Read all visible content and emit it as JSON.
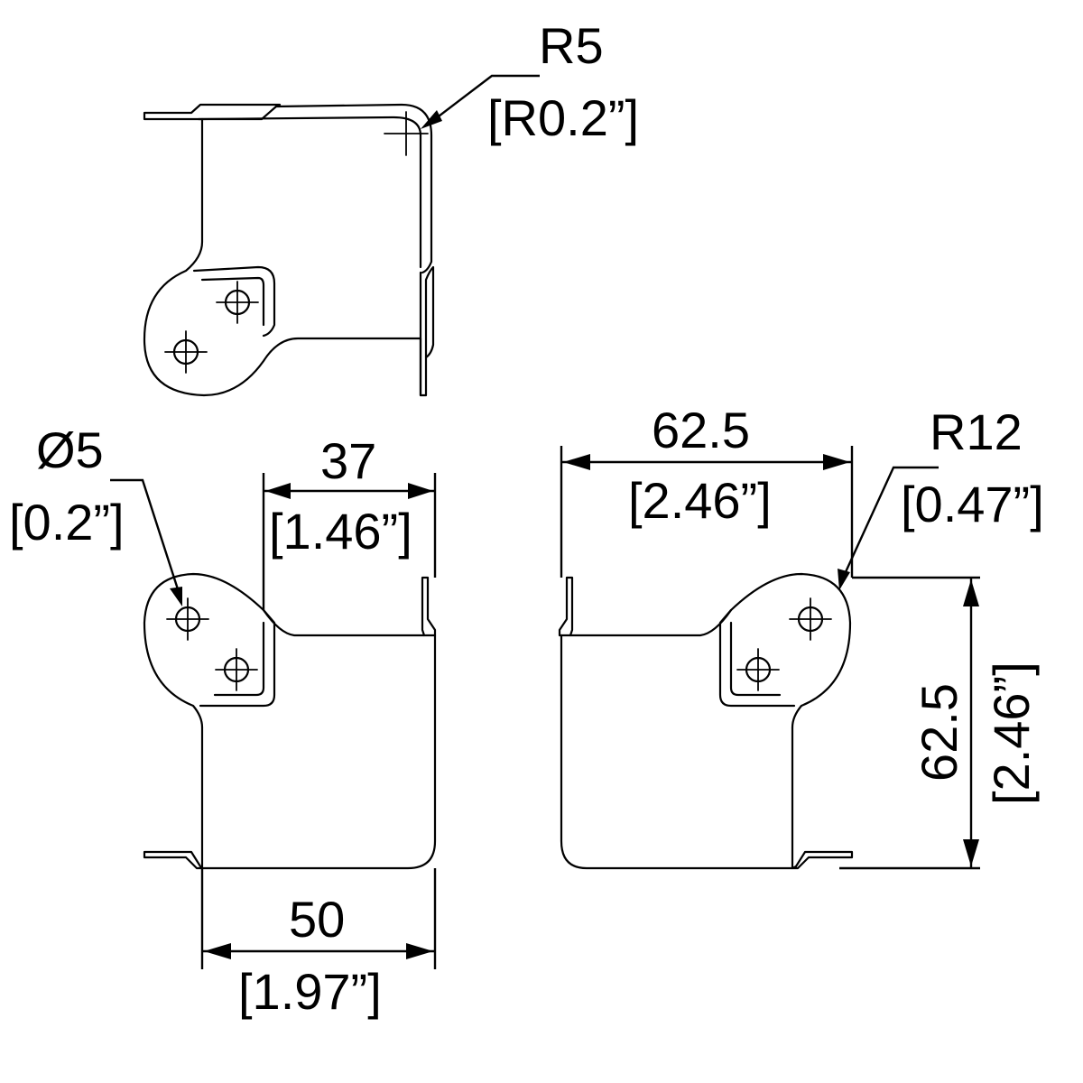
{
  "labels": {
    "radius_small": "R5",
    "radius_small_in": "[R0.2”]",
    "hole_dia": "Ø5",
    "hole_dia_in": "[0.2”]",
    "dim_37": "37",
    "dim_37_in": "[1.46”]",
    "dim_50": "50",
    "dim_50_in": "[1.97”]",
    "dim_62_h": "62.5",
    "dim_62_h_in": "[2.46”]",
    "radius_large": "R12",
    "radius_large_in": "[0.47”]",
    "dim_62_v": "62.5",
    "dim_62_v_in": "[2.46”]"
  },
  "colors": {
    "line": "#000000",
    "background": "#ffffff"
  }
}
